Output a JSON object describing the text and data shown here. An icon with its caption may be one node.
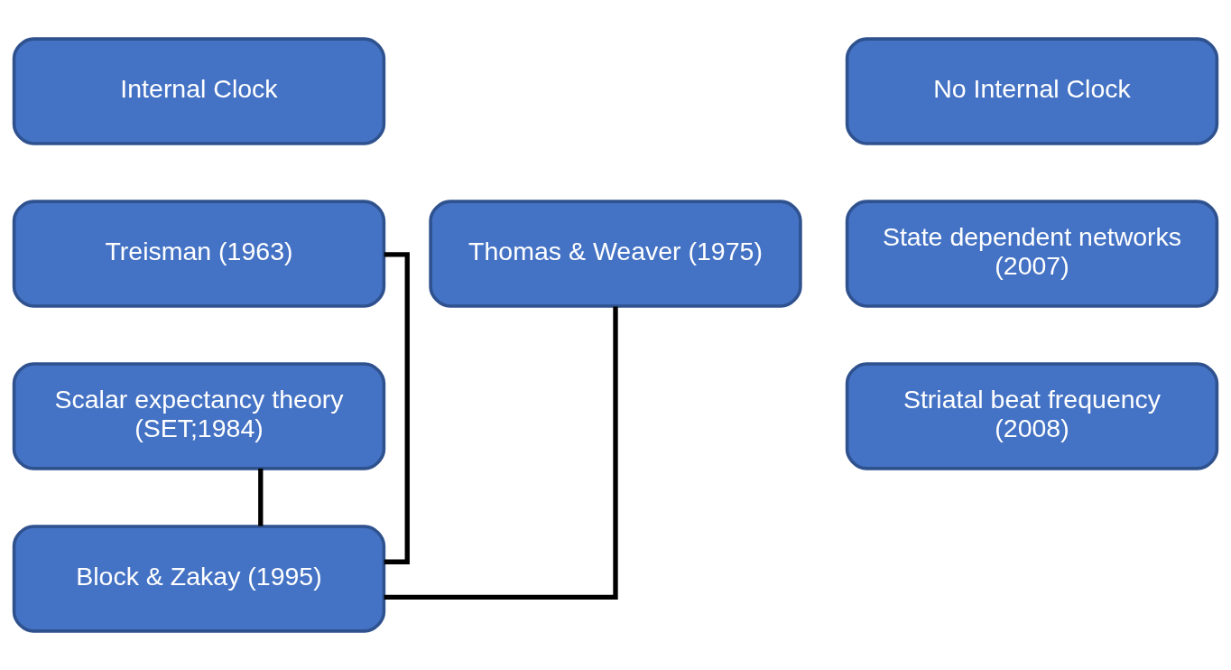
{
  "diagram": {
    "nodes": [
      {
        "text": [
          "Internal Clock"
        ]
      },
      {
        "text": [
          "No Internal Clock"
        ]
      },
      {
        "text": [
          "Treisman (1963)"
        ]
      },
      {
        "text": [
          "Thomas & Weaver (1975)"
        ]
      },
      {
        "text": [
          "State dependent networks (2007)"
        ]
      },
      {
        "text": [
          "Scalar expectancy theory (SET;1984)"
        ]
      },
      {
        "text": [
          "Striatal beat frequency (2008)"
        ]
      },
      {
        "text": [
          "Block & Zakay (1995)"
        ]
      }
    ],
    "edges": [
      {
        "from": 2,
        "to": 7,
        "arrow": "none"
      },
      {
        "from": 5,
        "to": 7,
        "arrow": "none"
      },
      {
        "from": 3,
        "to": 7,
        "arrow": "none"
      }
    ]
  }
}
